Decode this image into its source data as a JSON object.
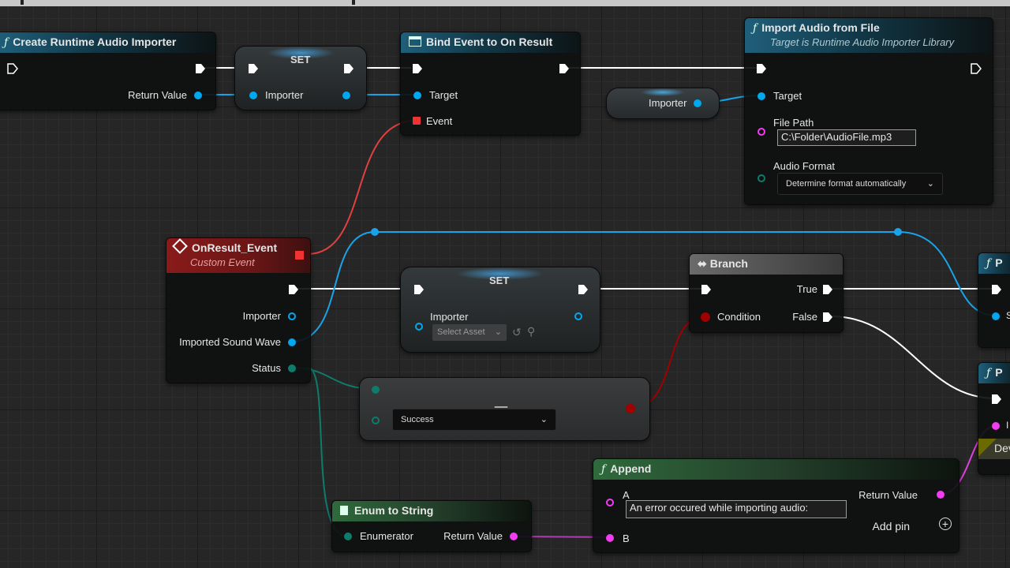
{
  "nodes": {
    "create_importer": {
      "title": "Create Runtime Audio Importer",
      "return_label": "Return Value"
    },
    "set1": {
      "title": "SET",
      "pin_label": "Importer"
    },
    "bind_event": {
      "title": "Bind Event to On Result",
      "target_label": "Target",
      "event_label": "Event"
    },
    "importer_var": {
      "label": "Importer"
    },
    "import_audio": {
      "title": "Import Audio from File",
      "subtitle": "Target is Runtime Audio Importer Library",
      "target_label": "Target",
      "file_path_label": "File Path",
      "file_path_value": "C:\\Folder\\AudioFile.mp3",
      "audio_format_label": "Audio Format",
      "audio_format_value": "Determine format automatically"
    },
    "on_result": {
      "title": "OnResult_Event",
      "subtitle": "Custom Event",
      "importer_label": "Importer",
      "sound_wave_label": "Imported Sound Wave",
      "status_label": "Status"
    },
    "set2": {
      "title": "SET",
      "pin_label": "Importer",
      "select_asset": "Select Asset"
    },
    "branch": {
      "title": "Branch",
      "true_label": "True",
      "false_label": "False",
      "condition_label": "Condition"
    },
    "equals": {
      "symbol": "==",
      "enum_value": "Success"
    },
    "enum_to_string": {
      "title": "Enum to String",
      "enumerator_label": "Enumerator",
      "return_label": "Return Value"
    },
    "append": {
      "title": "Append",
      "a_label": "A",
      "a_value": "An error occured while importing audio:",
      "b_label": "B",
      "return_label": "Return Value",
      "add_pin_label": "Add pin"
    },
    "right_partial_1": {
      "title": "P",
      "pin_letter": "S"
    },
    "right_partial_2": {
      "title": "P",
      "pin_letter": "I",
      "dev_label": "Dev"
    }
  },
  "colors": {
    "exec_wire": "#ffffff",
    "object_wire": "#1aa3e8",
    "delegate_wire": "#e04040",
    "enum_wire": "#0e7c6b",
    "string_wire": "#e040e0",
    "bool_wire": "#a00000"
  },
  "icons": [
    "function-icon",
    "event-icon",
    "branch-icon",
    "exec-pin-icon",
    "add-pin-icon",
    "chevron-down-icon",
    "document-icon"
  ]
}
